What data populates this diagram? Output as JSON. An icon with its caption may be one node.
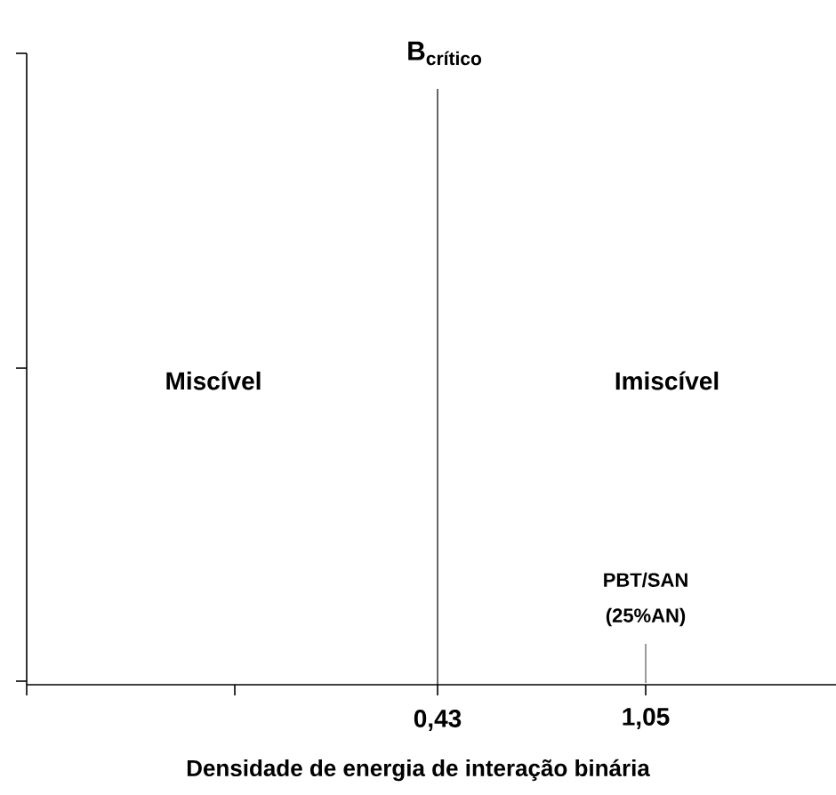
{
  "diagram": {
    "labels": [
      "B$_{crítico}$",
      "Miscível",
      "Imiscível",
      "PBT/SAN",
      "(25%AN)",
      "0,43",
      "1,05",
      "Densidade de energia de interação binária"
    ]
  }
}
